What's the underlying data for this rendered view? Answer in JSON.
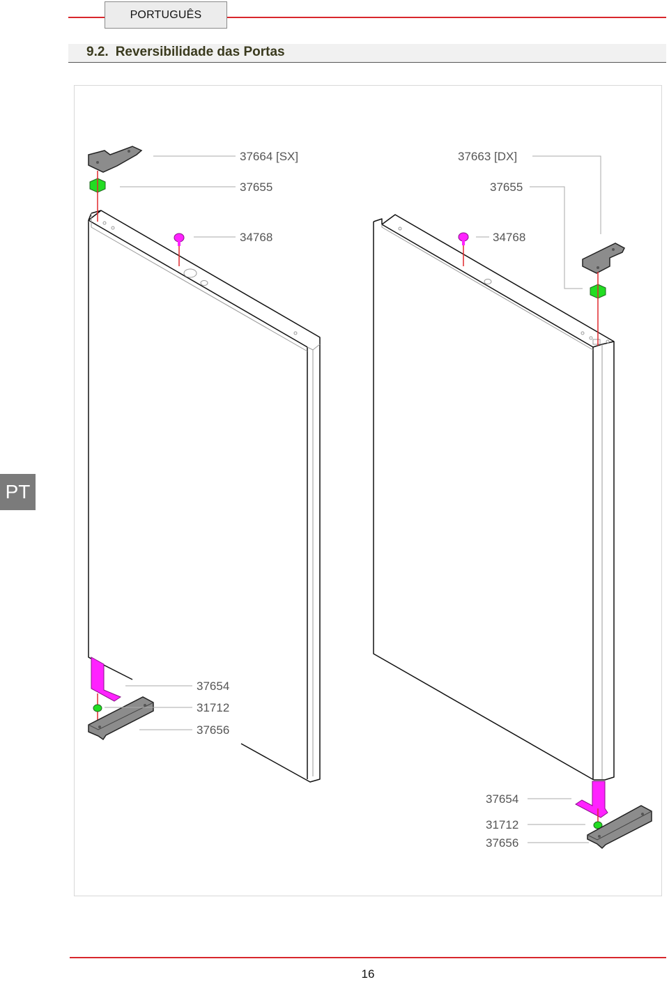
{
  "header": {
    "language_tab": "PORTUGUÊS",
    "section_number": "9.2.",
    "section_title": "Reversibilidade das Portas"
  },
  "side_tab": "PT",
  "diagram": {
    "left_door": {
      "top_hinge_label": "37664 [SX]",
      "top_bushing_label": "37655",
      "top_pin_label": "34768",
      "bottom_labels": [
        "37654",
        "31712",
        "37656"
      ]
    },
    "right_door": {
      "top_hinge_label": "37663 [DX]",
      "top_bushing_label": "37655",
      "top_pin_label": "34768",
      "bottom_labels": [
        "37654",
        "31712",
        "37656"
      ]
    }
  },
  "colors": {
    "accent_rule": "#d8262c",
    "bushing": "#22dd22",
    "pin": "#ff22ff",
    "hinge_plate": "#8c8c8c",
    "axis": "#e0282e"
  },
  "footer": {
    "page_number": "16"
  }
}
